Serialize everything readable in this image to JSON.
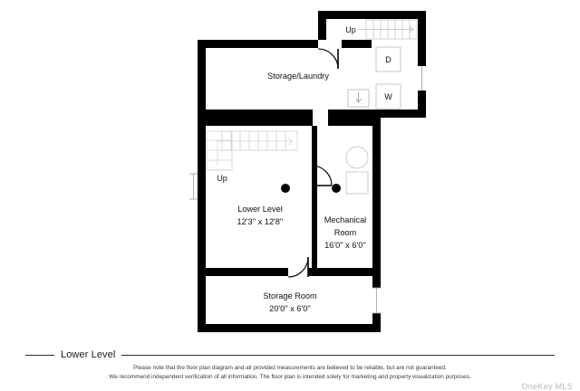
{
  "document": {
    "type": "floor-plan-diagram",
    "level_title": "Lower Level"
  },
  "colors": {
    "wall": "#000000",
    "floor": "#ffffff",
    "background": "#ffffff",
    "thin_line": "#cfcfcf",
    "text": "#111111",
    "watermark": "#b9b9b9",
    "rule": "#2b2b2b"
  },
  "rooms": [
    {
      "id": "storage-laundry",
      "name": "Storage/Laundry",
      "dimensions": ""
    },
    {
      "id": "lower-level",
      "name": "Lower Level",
      "dimensions": "12'3'' x 12'8''"
    },
    {
      "id": "mechanical-room",
      "name": "Mechanical",
      "name_line2": "Room",
      "dimensions": "16'0'' x 6'0''"
    },
    {
      "id": "storage-room",
      "name": "Storage Room",
      "dimensions": "20'0'' x 6'0''"
    }
  ],
  "fixtures": [
    {
      "id": "dryer",
      "label": "D"
    },
    {
      "id": "washer",
      "label": "W"
    },
    {
      "id": "utility-sink",
      "label": ""
    },
    {
      "id": "water-heater",
      "label": ""
    },
    {
      "id": "furnace",
      "label": ""
    }
  ],
  "stairs": [
    {
      "id": "upper-stair",
      "label": "Up"
    },
    {
      "id": "lower-stair",
      "label": "Up"
    }
  ],
  "footer": {
    "legend_label": "Lower Level",
    "disclaimer_line1": "Please note that the floor plan diagram and all provided measurements are believed to be reliable, but are not guaranteed.",
    "disclaimer_line2": "We recommend independent verification of all information. The floor plan is intended solely for marketing and property visualization purposes.",
    "watermark": "OneKey MLS"
  }
}
